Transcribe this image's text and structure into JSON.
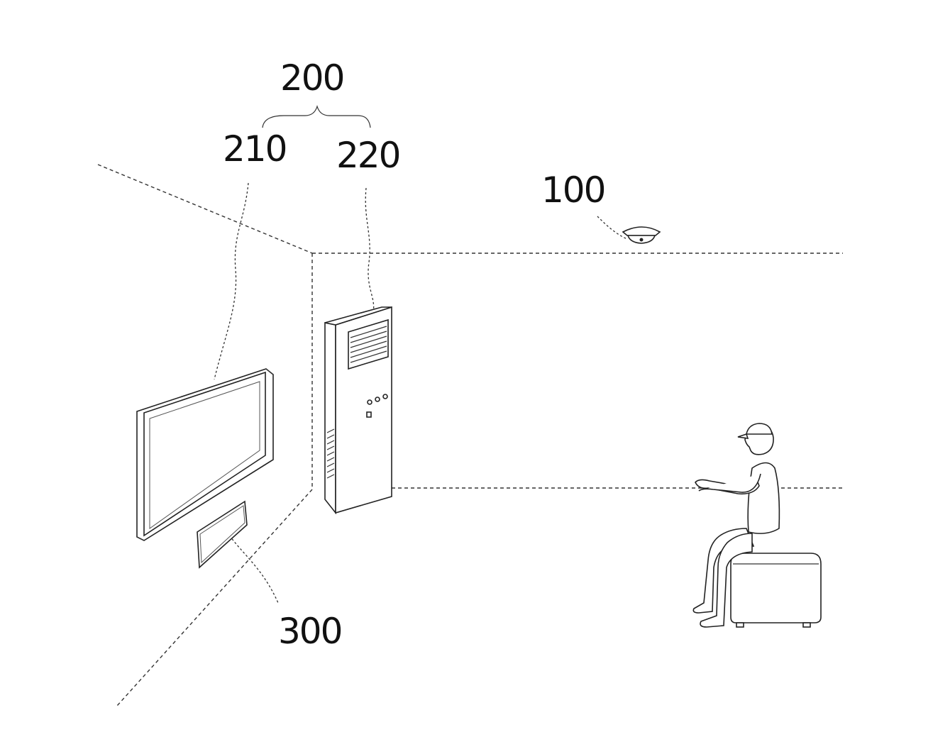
{
  "labels": {
    "system": "200",
    "display": "210",
    "air_conditioner": "220",
    "sensor": "100",
    "panel": "300"
  }
}
